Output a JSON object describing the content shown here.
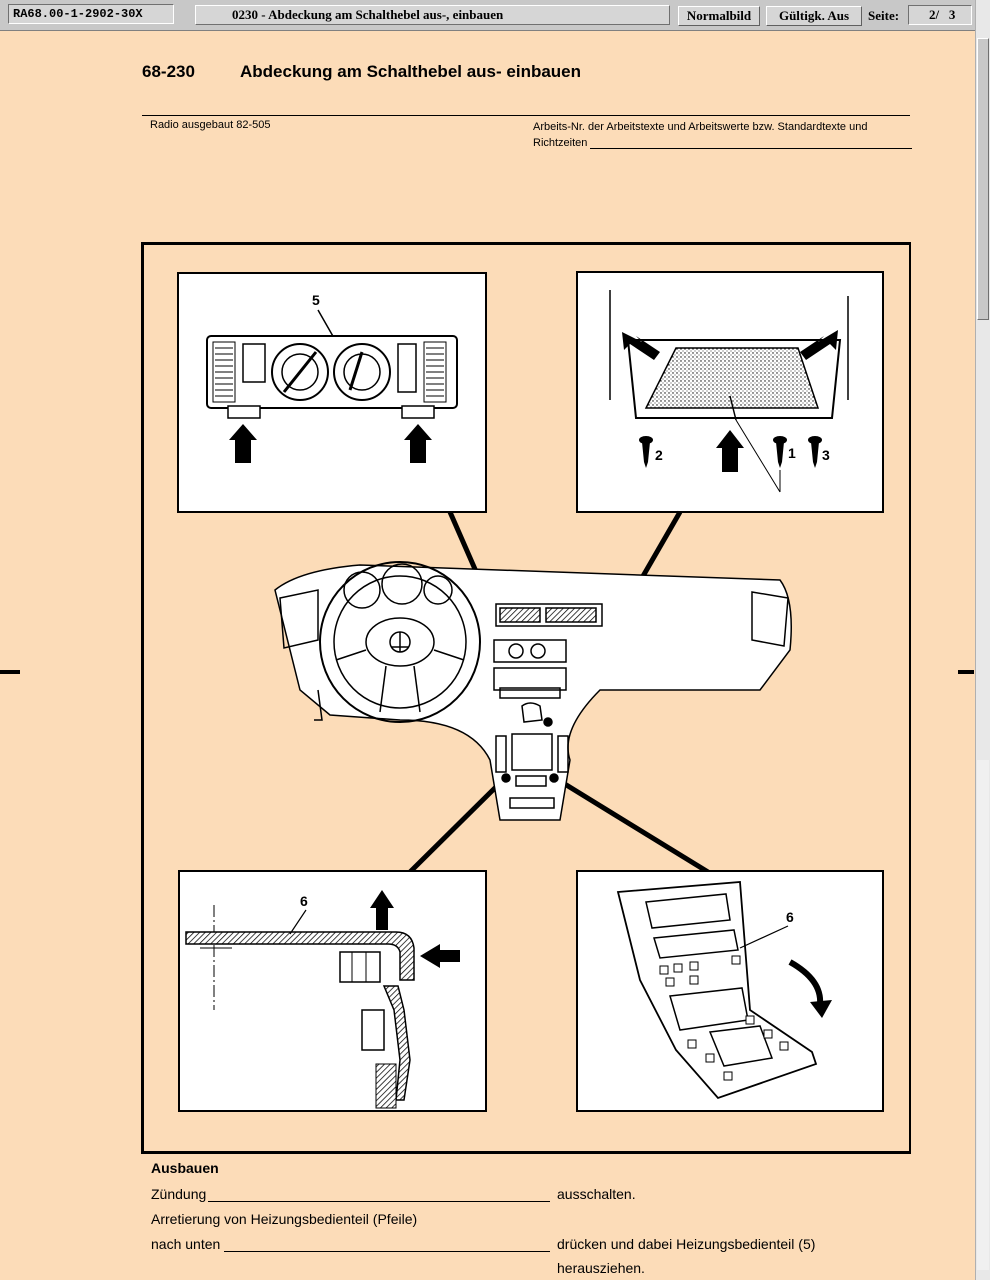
{
  "toolbar": {
    "doc_id": "RA68.00-1-2902-30X",
    "doc_title": "0230 - Abdeckung am Schalthebel aus-, einbauen",
    "btn_normalbild": "Normalbild",
    "btn_gueltigk": "Gültigk. Aus",
    "page_label": "Seite:",
    "page_value": "2/   3"
  },
  "header": {
    "number": "68-230",
    "title": "Abdeckung am Schalthebel aus- einbauen"
  },
  "references": {
    "left": "Radio ausgebaut 82-505",
    "right": "Arbeits-Nr. der Arbeitstexte und Arbeitswerte bzw. Standardtexte und Richtzeiten"
  },
  "figure": {
    "callouts": [
      "5",
      "2",
      "1",
      "3",
      "6",
      "6"
    ]
  },
  "instructions": {
    "heading": "Ausbauen",
    "steps": [
      {
        "left": "Zündung",
        "right": "ausschalten."
      },
      {
        "left": "Arretierung von Heizungsbedienteil (Pfeile)",
        "right": ""
      },
      {
        "left": "nach unten",
        "right": "drücken und dabei Heizungsbedienteil (5)"
      },
      {
        "left": "",
        "right": "herausziehen."
      }
    ]
  },
  "colors": {
    "page_background": "#fcdcb8",
    "toolbar": "#c8c8c8"
  }
}
